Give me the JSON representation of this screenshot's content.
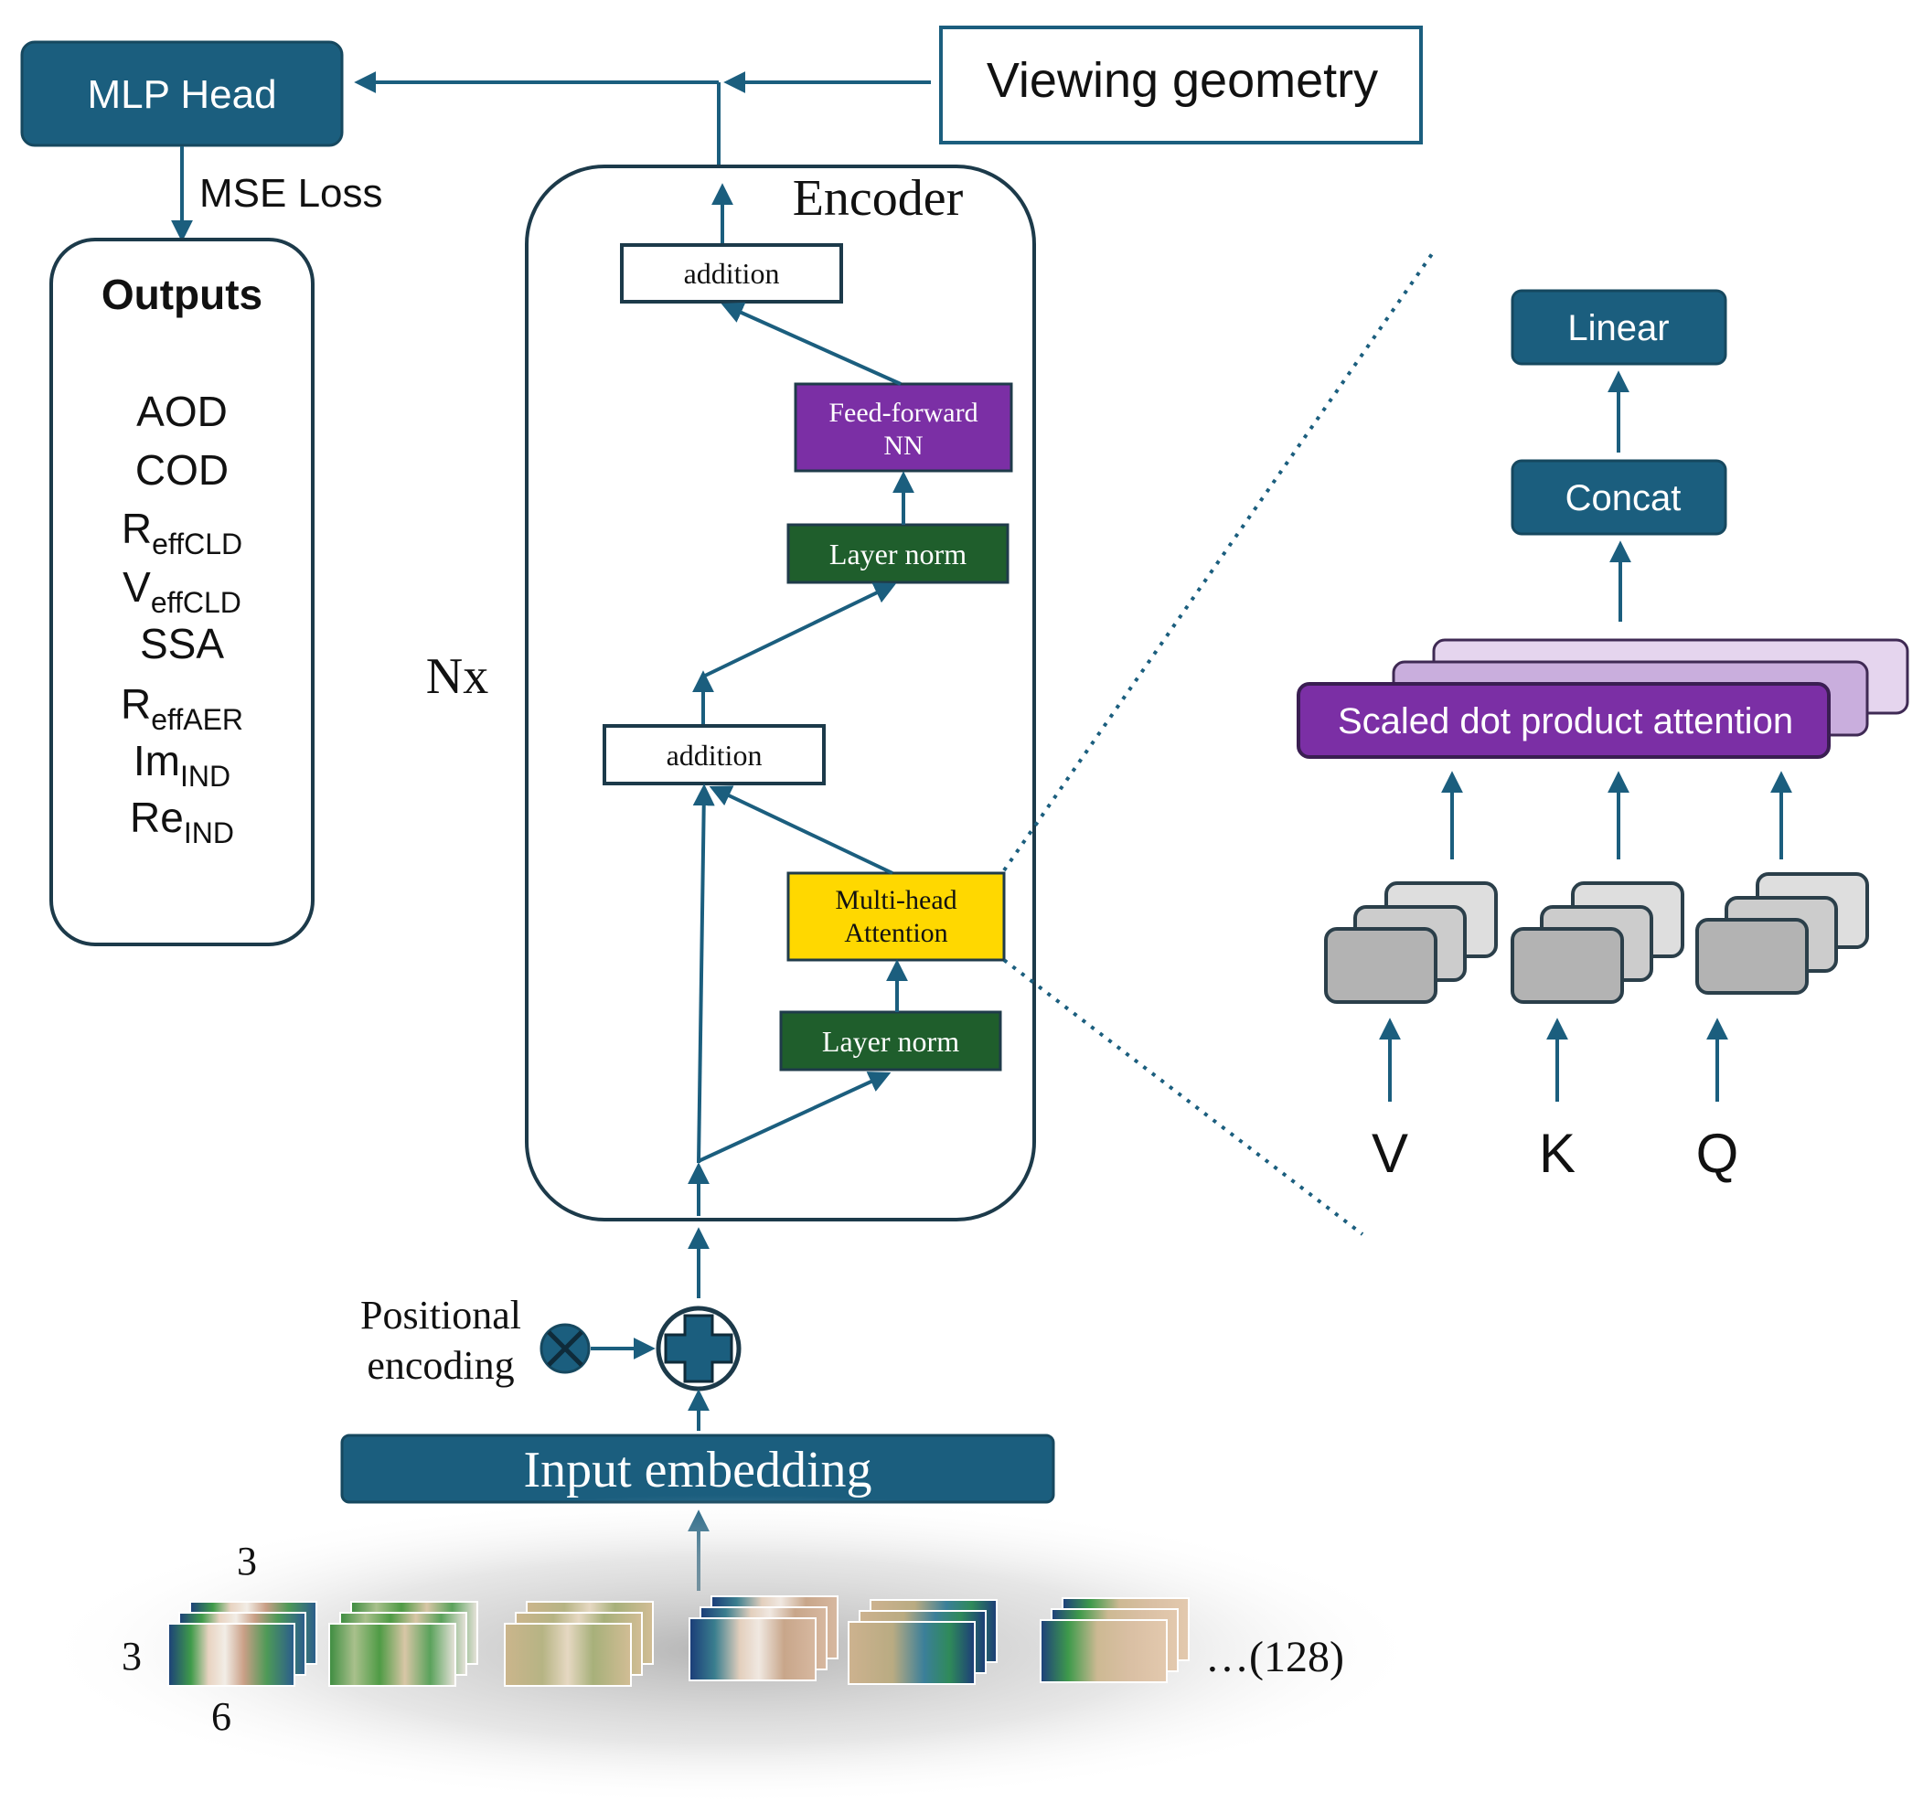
{
  "colors": {
    "teal": "#1b5e7e",
    "dark_green": "#1f5e2c",
    "purple": "#7b2fa5",
    "yellow": "#ffd800",
    "light_purple": "#e5d5ee",
    "mid_purple": "#c9aedd",
    "gray_front": "#b3b3b3",
    "gray_back": "#dedede",
    "outline_dark": "#1f3b4a"
  },
  "mlp_head": {
    "label": "MLP Head",
    "loss_label": "MSE Loss"
  },
  "viewing_geometry": {
    "label": "Viewing geometry"
  },
  "outputs": {
    "title": "Outputs",
    "items": [
      {
        "base": "AOD",
        "sub": ""
      },
      {
        "base": "COD",
        "sub": ""
      },
      {
        "base": "R",
        "sub": "effCLD"
      },
      {
        "base": "V",
        "sub": "effCLD"
      },
      {
        "base": "SSA",
        "sub": ""
      },
      {
        "base": "R",
        "sub": "effAER"
      },
      {
        "base": "Im",
        "sub": "IND"
      },
      {
        "base": "Re",
        "sub": "IND"
      }
    ]
  },
  "encoder": {
    "title": "Encoder",
    "repeat_label": "Nx",
    "blocks": {
      "addition_top": "addition",
      "feed_forward_line1": "Feed-forward",
      "feed_forward_line2": "NN",
      "layer_norm_top": "Layer norm",
      "addition_bottom": "addition",
      "mha_line1": "Multi-head",
      "mha_line2": "Attention",
      "layer_norm_bottom": "Layer norm"
    }
  },
  "positional_encoding": {
    "line1": "Positional",
    "line2": "encoding"
  },
  "input_embedding": {
    "label": "Input embedding"
  },
  "patches": {
    "dim_top": "3",
    "dim_left": "3",
    "dim_bottom": "6",
    "ellipsis_label": "…(128)"
  },
  "attention_detail": {
    "linear_label": "Linear",
    "concat_label": "Concat",
    "sdpa_label": "Scaled dot product attention",
    "inputs": [
      "V",
      "K",
      "Q"
    ]
  }
}
